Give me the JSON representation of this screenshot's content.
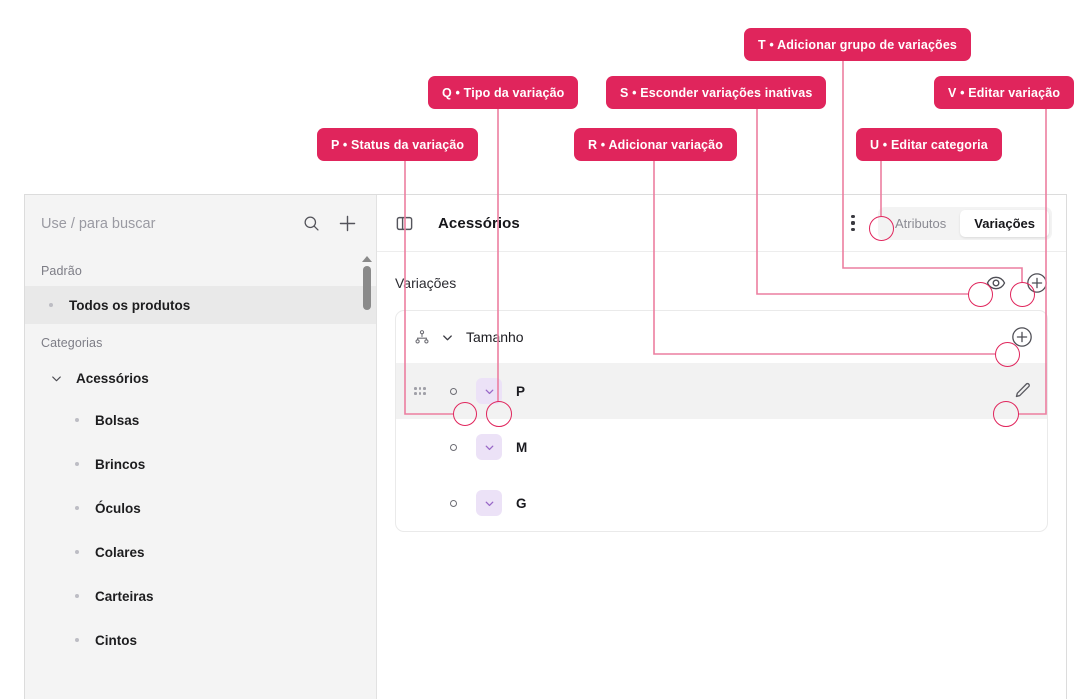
{
  "annotations": [
    {
      "id": "P",
      "label": "P • Status da variação"
    },
    {
      "id": "Q",
      "label": "Q • Tipo da variação"
    },
    {
      "id": "R",
      "label": "R • Adicionar variação"
    },
    {
      "id": "S",
      "label": "S • Esconder variações inativas"
    },
    {
      "id": "T",
      "label": "T • Adicionar grupo de variações"
    },
    {
      "id": "U",
      "label": "U • Editar categoria"
    },
    {
      "id": "V",
      "label": "V • Editar variação"
    }
  ],
  "sidebar": {
    "search": {
      "placeholder": "Use / para buscar",
      "value": "",
      "search_icon": "search-icon",
      "add_icon": "plus-icon"
    },
    "groups": [
      {
        "label": "Padrão",
        "items": [
          {
            "label": "Todos os produtos",
            "selected": true
          }
        ]
      },
      {
        "label": "Categorias",
        "parent": {
          "label": "Acessórios",
          "expanded": true
        },
        "items": [
          {
            "label": "Bolsas"
          },
          {
            "label": "Brincos"
          },
          {
            "label": "Óculos"
          },
          {
            "label": "Colares"
          },
          {
            "label": "Carteiras"
          },
          {
            "label": "Cintos"
          }
        ]
      }
    ]
  },
  "main": {
    "header": {
      "panel_toggle_icon": "sidebar-panel-icon",
      "title": "Acessórios",
      "kebab_icon": "more-vertical-icon",
      "tabs": [
        {
          "label": "Atributos",
          "active": false
        },
        {
          "label": "Variações",
          "active": true
        }
      ]
    },
    "section": {
      "title": "Variações",
      "hide_inactive_icon": "eye-icon",
      "add_group_icon": "plus-circle-icon"
    },
    "variation_groups": [
      {
        "name": "Tamanho",
        "hierarchy_icon": "hierarchy-icon",
        "collapse_icon": "chevron-down-icon",
        "add_icon": "plus-icon",
        "options": [
          {
            "label": "P",
            "status_icon": "status-circle-icon",
            "type_icon": "chevron-down-icon",
            "edit_icon": "pencil-icon",
            "highlighted": true
          },
          {
            "label": "M",
            "status_icon": "status-circle-icon",
            "type_icon": "chevron-down-icon",
            "edit_icon": "pencil-icon",
            "highlighted": false
          },
          {
            "label": "G",
            "status_icon": "status-circle-icon",
            "type_icon": "chevron-down-icon",
            "edit_icon": "pencil-icon",
            "highlighted": false
          }
        ]
      }
    ]
  },
  "colors": {
    "accent_pink": "#e0255c",
    "badge_purple_bg": "#ece2f7",
    "badge_purple_fg": "#9968c8",
    "sidebar_bg": "#f4f4f4",
    "row_highlight": "#f2f2f2"
  }
}
